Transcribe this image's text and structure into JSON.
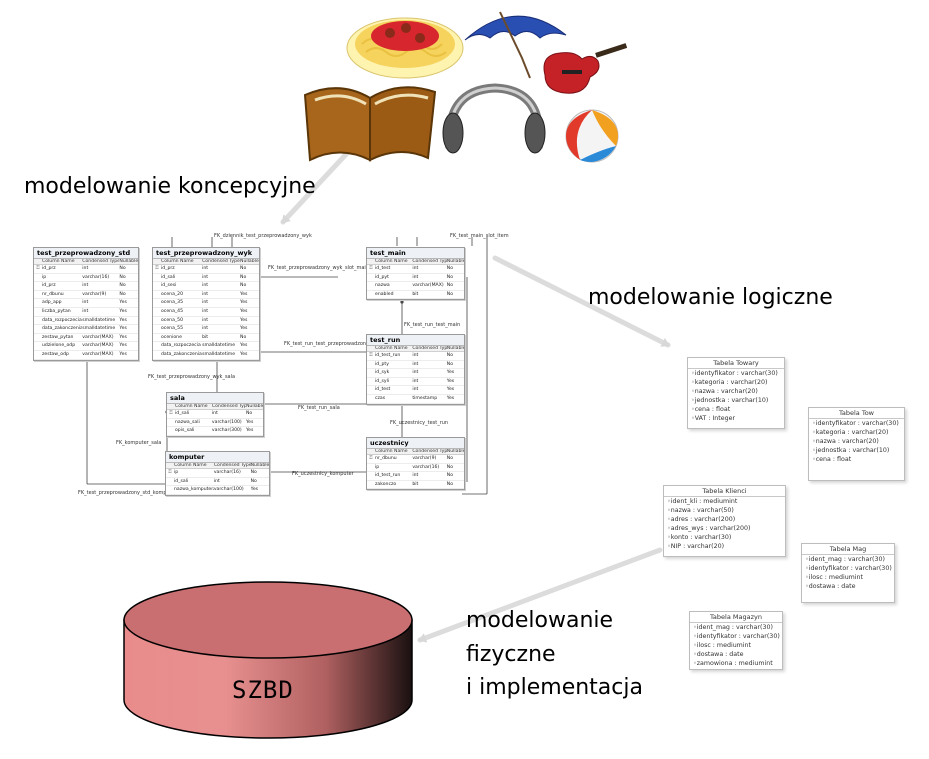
{
  "labels": {
    "conceptual": "modelowanie koncepcyjne",
    "logical": "modelowanie logiczne",
    "physical_1": "modelowanie",
    "physical_2": "fizyczne",
    "physical_3": "i implementacja",
    "db": "SZBD"
  },
  "icons": [
    "spaghetti-icon",
    "umbrella-icon",
    "guitar-icon",
    "book-icon",
    "headphones-icon",
    "beach-ball-icon"
  ],
  "erd": {
    "col_header": [
      "Column Name",
      "Condensed Type",
      "Nullable"
    ],
    "tables": {
      "t1": {
        "title": "test_przeprowadzony_std",
        "rows": [
          [
            "id_prz",
            "int",
            "No"
          ],
          [
            "ip",
            "varchar(16)",
            "No"
          ],
          [
            "id_prz",
            "int",
            "No"
          ],
          [
            "nr_dbunu",
            "varchar(9)",
            "No"
          ],
          [
            "adp_app",
            "int",
            "Yes"
          ],
          [
            "liczba_pytan",
            "int",
            "Yes"
          ],
          [
            "data_rozpoczecia",
            "smalldatetime",
            "Yes"
          ],
          [
            "data_zakonczenia",
            "smalldatetime",
            "Yes"
          ],
          [
            "zestaw_pytan",
            "varchar(MAX)",
            "Yes"
          ],
          [
            "udzielone_odp",
            "varchar(MAX)",
            "Yes"
          ],
          [
            "zestaw_odp",
            "varchar(MAX)",
            "Yes"
          ]
        ]
      },
      "t2": {
        "title": "test_przeprowadzony_wyk",
        "rows": [
          [
            "id_prz",
            "int",
            "No"
          ],
          [
            "id_sali",
            "int",
            "No"
          ],
          [
            "id_sesi",
            "int",
            "No"
          ],
          [
            "ocena_20",
            "int",
            "Yes"
          ],
          [
            "ocena_35",
            "int",
            "Yes"
          ],
          [
            "ocena_45",
            "int",
            "Yes"
          ],
          [
            "ocena_50",
            "int",
            "Yes"
          ],
          [
            "ocena_55",
            "int",
            "Yes"
          ],
          [
            "ocenione",
            "bit",
            "No"
          ],
          [
            "data_rozpoczecia",
            "smalldatetime",
            "Yes"
          ],
          [
            "data_zakonczenia",
            "smalldatetime",
            "Yes"
          ]
        ]
      },
      "t3": {
        "title": "test_main",
        "rows": [
          [
            "id_test",
            "int",
            "No"
          ],
          [
            "id_pyt",
            "int",
            "No"
          ],
          [
            "nazwa",
            "varchar(MAX)",
            "No"
          ],
          [
            "enabled",
            "bit",
            "No"
          ]
        ]
      },
      "t4": {
        "title": "test_run",
        "rows": [
          [
            "id_test_run",
            "int",
            "No"
          ],
          [
            "id_pty",
            "int",
            "No"
          ],
          [
            "id_syk",
            "int",
            "Yes"
          ],
          [
            "id_syli",
            "int",
            "Yes"
          ],
          [
            "id_test",
            "int",
            "Yes"
          ],
          [
            "czas",
            "timestamp",
            "Yes"
          ]
        ]
      },
      "t5": {
        "title": "sala",
        "rows": [
          [
            "id_sali",
            "int",
            "No"
          ],
          [
            "nazwa_sali",
            "varchar(100)",
            "Yes"
          ],
          [
            "opis_sali",
            "varchar(300)",
            "Yes"
          ]
        ]
      },
      "t6": {
        "title": "komputer",
        "rows": [
          [
            "ip",
            "varchar(16)",
            "No"
          ],
          [
            "id_sali",
            "int",
            "No"
          ],
          [
            "nazwa_komputera",
            "varchar(100)",
            "Yes"
          ]
        ]
      },
      "t7": {
        "title": "uczestnicy",
        "rows": [
          [
            "nr_dbunu",
            "varchar(9)",
            "No"
          ],
          [
            "ip",
            "varchar(16)",
            "No"
          ],
          [
            "id_test_run",
            "int",
            "No"
          ],
          [
            "zakonczo",
            "bit",
            "No"
          ]
        ]
      }
    },
    "fk_labels": {
      "f1": "FK_dziennik_test_przeprowadzony_wyk",
      "f2": "FK_test_przeprowadzony_wyk_slot_main",
      "f3": "FK_test_main_slot_item",
      "f4": "FK_test_run_test_main",
      "f5": "FK_test_run_test_przeprowadzony_wyk",
      "f6": "FK_test_przeprowadzony_wyk_sala",
      "f7": "FK_test_run_sala",
      "f8": "FK_uczestnicy_test_run",
      "f9": "FK_komputer_sala",
      "f10": "FK_uczestnicy_komputer",
      "f11": "FK_test_przeprowadzony_std_komputer"
    }
  },
  "logical_tables": {
    "towary": {
      "title": "Tabela Towary",
      "rows": [
        "identyfikator : varchar(30)",
        "kategoria : varchar(20)",
        "nazwa : varchar(20)",
        "jednostka : varchar(10)",
        "cena : float",
        "VAT : Integer"
      ]
    },
    "tow": {
      "title": "Tabela Tow",
      "rows": [
        "identyfikator : varchar(30)",
        "kategoria : varchar(20)",
        "nazwa : varchar(20)",
        "jednostka : varchar(10)",
        "cena : float"
      ]
    },
    "klienci": {
      "title": "Tabela Klienci",
      "rows": [
        "ident_kli : mediumint",
        "nazwa : varchar(50)",
        "adres : varchar(200)",
        "adres_wys : varchar(200)",
        "konto : varchar(30)",
        "NIP : varchar(20)"
      ]
    },
    "mag": {
      "title": "Tabela Mag",
      "rows": [
        "ident_mag : varchar(30)",
        "identyfikator : varchar(30)",
        "ilosc : mediumint",
        "dostawa : date"
      ]
    },
    "magazyn": {
      "title": "Tabela Magazyn",
      "rows": [
        "ident_mag : varchar(30)",
        "identyfikator : varchar(30)",
        "ilosc : mediumint",
        "dostawa : date",
        "zamowiona : mediumint"
      ]
    }
  }
}
